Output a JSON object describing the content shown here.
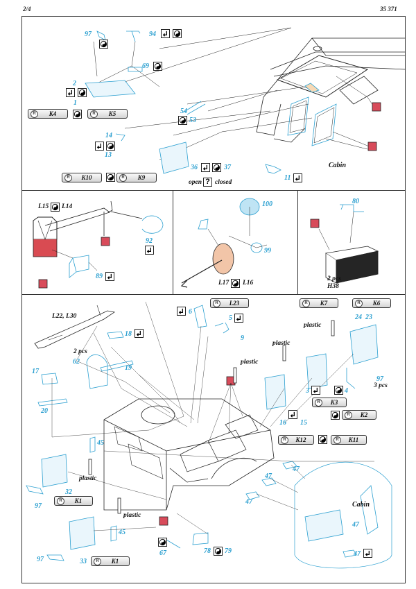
{
  "header": {
    "page": "2/4",
    "code": "35 371"
  },
  "icons": {
    "fold": "fold-icon",
    "yin": "yin-yang-icon",
    "question": "?"
  },
  "section1": {
    "labels": {
      "cabin": "Cabin",
      "open": "open",
      "closed": "closed"
    },
    "parts": {
      "p97": "97",
      "p94": "94",
      "p69": "69",
      "p2": "2",
      "p1": "1",
      "p54": "54",
      "p53": "53",
      "p14": "14",
      "p13": "13",
      "p36": "36",
      "p37": "37",
      "p11": "11"
    },
    "refs": {
      "k4": "K4",
      "k5": "K5",
      "k10": "K10",
      "k9": "K9"
    }
  },
  "section2": {
    "labels": {
      "l15": "L15",
      "l14": "L14",
      "l17": "L17",
      "l16": "L16",
      "two_pcs": "2 pcs",
      "h38": "H38"
    },
    "parts": {
      "p92": "92",
      "p89": "89",
      "p100": "100",
      "p99": "99",
      "p80": "80"
    }
  },
  "section3": {
    "labels": {
      "l22": "L22, L30",
      "two_pcs": "2 pcs",
      "plastic1": "plastic",
      "plastic2": "plastic",
      "plastic3": "plastic",
      "plastic4": "plastic",
      "plastic5": "plastic",
      "three_pcs": "3 pcs",
      "cabin": "Cabin"
    },
    "parts": {
      "p6": "6",
      "p5": "5",
      "p9": "9",
      "p18": "18",
      "p62": "62",
      "p19": "19",
      "p17": "17",
      "p20": "20",
      "p24": "24",
      "p23": "23",
      "p97a": "97",
      "p3": "3",
      "p4": "4",
      "p16": "16",
      "p15": "15",
      "p45a": "45",
      "p32": "32",
      "p97b": "97",
      "p45b": "45",
      "p97c": "97",
      "p33": "33",
      "p67": "67",
      "p78": "78",
      "p79": "79",
      "p47a": "47",
      "p47b": "47",
      "p47c": "47",
      "p47d": "47",
      "p47e": "47"
    },
    "refs": {
      "l23": "L23",
      "k7": "K7",
      "k6": "K6",
      "k3": "K3",
      "k2": "K2",
      "k12": "K12",
      "k11": "K11",
      "k1a": "K1",
      "k1b": "K1"
    }
  }
}
